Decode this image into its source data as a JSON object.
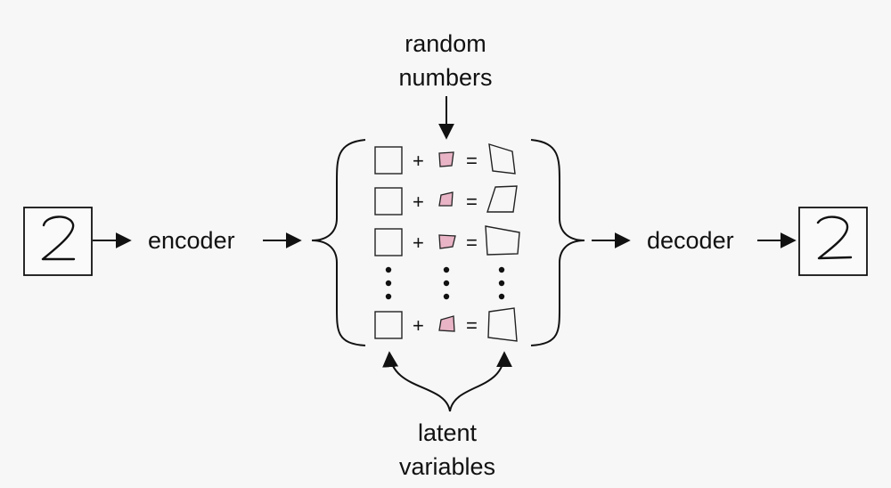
{
  "labels": {
    "random_numbers_line1": "random",
    "random_numbers_line2": "numbers",
    "encoder": "encoder",
    "decoder": "decoder",
    "latent_line1": "latent",
    "latent_line2": "variables"
  },
  "digits": {
    "input": "2",
    "output": "2"
  },
  "operators": {
    "plus": "+",
    "equals": "="
  },
  "rows": [
    {
      "index": 0,
      "type": "row"
    },
    {
      "index": 1,
      "type": "row"
    },
    {
      "index": 2,
      "type": "row"
    },
    {
      "index": 3,
      "type": "ellipsis"
    },
    {
      "index": 4,
      "type": "row"
    }
  ],
  "colors": {
    "background": "#f7f7f7",
    "ink": "#111111",
    "random_fill": "#e8b4c6"
  }
}
